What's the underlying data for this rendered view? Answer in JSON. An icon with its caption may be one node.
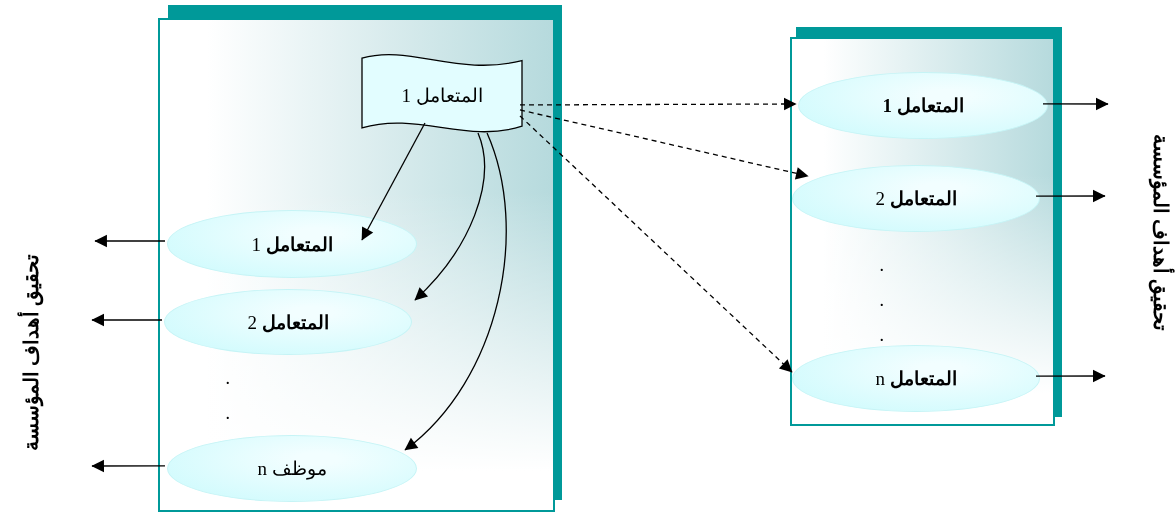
{
  "diagram": {
    "nodes": [
      {
        "text": [],
        "shape": "box"
      },
      {
        "text": [
          "المتعامل 1"
        ],
        "in": 0
      },
      {
        "text": [
          "**المتعامل** 1"
        ],
        "in": 0
      },
      {
        "text": [
          "**المتعامل** 2"
        ],
        "in": 0
      },
      {
        "text": [
          "موظف n"
        ],
        "in": 0
      },
      {
        "text": [],
        "shape": "box"
      },
      {
        "text": [
          "**المتعامل 1**"
        ],
        "in": 5
      },
      {
        "text": [
          "**المتعامل** 2"
        ],
        "in": 5
      },
      {
        "text": [
          "**المتعامل** n"
        ],
        "in": 5
      }
    ],
    "edges": [
      {
        "from": 1,
        "to": 2,
        "arrow": "to"
      },
      {
        "from": 1,
        "to": 3,
        "arrow": "to"
      },
      {
        "from": 1,
        "to": 4,
        "arrow": "to"
      },
      {
        "from": 1,
        "to": 6,
        "arrow": "to",
        "style": "dashed"
      },
      {
        "from": 1,
        "to": 7,
        "arrow": "to",
        "style": "dashed"
      },
      {
        "from": 1,
        "to": 8,
        "arrow": "to",
        "style": "dashed"
      },
      {
        "from": 2,
        "to": null,
        "arrow": "to"
      },
      {
        "from": 3,
        "to": null,
        "arrow": "to"
      },
      {
        "from": 4,
        "to": null,
        "arrow": "to"
      },
      {
        "from": 6,
        "to": null,
        "arrow": "to"
      },
      {
        "from": 7,
        "to": null,
        "arrow": "to"
      },
      {
        "from": 8,
        "to": null,
        "arrow": "to"
      }
    ],
    "labels": [
      "تحقيق أهداف المؤسسة",
      ".",
      ".",
      ".",
      ".",
      ".",
      "تحقيق أهداف المؤسسة"
    ]
  }
}
